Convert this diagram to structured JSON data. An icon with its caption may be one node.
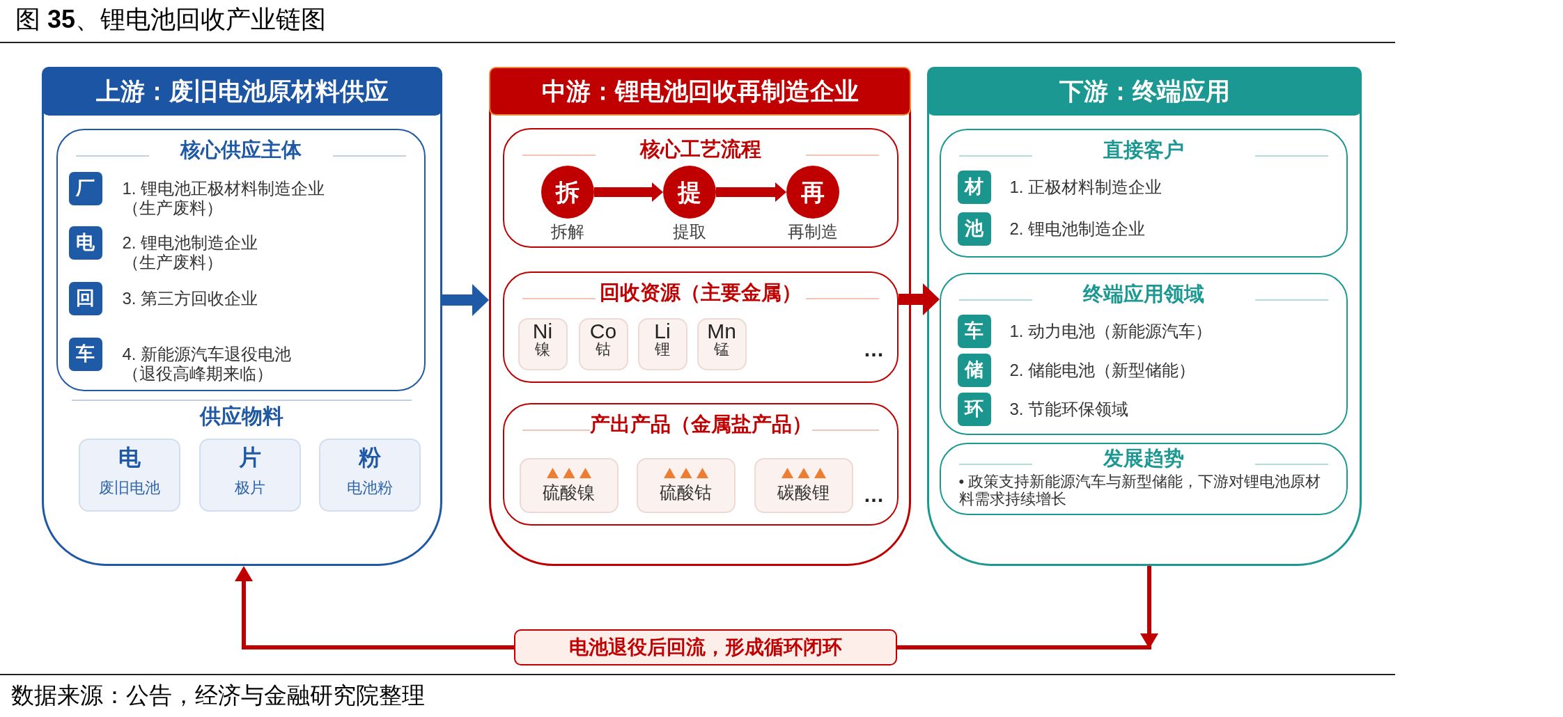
{
  "diagram": {
    "title": "图 **35**、锂电池回收产业链图",
    "caption": "数据来源：公告，经济与金融研究院整理",
    "nodes": [
      {
        "text": [
          "上游：废旧电池原材料供应",
          "供应物料"
        ]
      },
      {
        "text": [
          "核心供应主体"
        ],
        "in": 0
      },
      {
        "text": [
          "厂"
        ],
        "in": 1,
        "beside": [
          "1. 锂电池正极材料制造企业（生产废料）"
        ]
      },
      {
        "text": [
          "电"
        ],
        "in": 1,
        "beside": [
          "2. 锂电池制造企业（生产废料）"
        ]
      },
      {
        "text": [
          "回"
        ],
        "in": 1,
        "beside": [
          "3. 第三方回收企业"
        ]
      },
      {
        "text": [
          "车"
        ],
        "in": 1,
        "beside": [
          "4. 新能源汽车退役电池（退役高峰期来临）"
        ]
      },
      {
        "text": [
          "电",
          "废旧电池"
        ],
        "in": 0
      },
      {
        "text": [
          "片",
          "极片"
        ],
        "in": 0
      },
      {
        "text": [
          "粉",
          "电池粉"
        ],
        "in": 0
      },
      {
        "text": [
          "中游：锂电池回收再制造企业"
        ]
      },
      {
        "text": [
          "核心工艺流程"
        ],
        "in": 9
      },
      {
        "text": [
          "拆"
        ],
        "in": 10,
        "beside": [
          "拆解"
        ]
      },
      {
        "text": [
          "提"
        ],
        "in": 10,
        "beside": [
          "提取"
        ]
      },
      {
        "text": [
          "再"
        ],
        "in": 10,
        "beside": [
          "再制造"
        ]
      },
      {
        "text": [
          "回收资源（主要金属）",
          "…"
        ],
        "in": 9
      },
      {
        "text": [
          "Ni",
          "镍"
        ],
        "in": 14
      },
      {
        "text": [
          "Co",
          "钴"
        ],
        "in": 14
      },
      {
        "text": [
          "Li",
          "锂"
        ],
        "in": 14
      },
      {
        "text": [
          "Mn",
          "锰"
        ],
        "in": 14
      },
      {
        "text": [
          "产出产品（金属盐产品）",
          "…"
        ],
        "in": 9
      },
      {
        "text": [
          "硫酸镍"
        ],
        "in": 19
      },
      {
        "text": [
          "硫酸钴"
        ],
        "in": 19
      },
      {
        "text": [
          "碳酸锂"
        ],
        "in": 19
      },
      {
        "text": [
          "下游：终端应用"
        ]
      },
      {
        "text": [
          "直接客户"
        ],
        "in": 23
      },
      {
        "text": [
          "材"
        ],
        "in": 24,
        "beside": [
          "1. 正极材料制造企业"
        ]
      },
      {
        "text": [
          "池"
        ],
        "in": 24,
        "beside": [
          "2. 锂电池制造企业"
        ]
      },
      {
        "text": [
          "终端应用领域"
        ],
        "in": 23
      },
      {
        "text": [
          "车"
        ],
        "in": 27,
        "beside": [
          "1. 动力电池（新能源汽车）"
        ]
      },
      {
        "text": [
          "储"
        ],
        "in": 27,
        "beside": [
          "2. 储能电池（新型储能）"
        ]
      },
      {
        "text": [
          "环"
        ],
        "in": 27,
        "beside": [
          "3. 节能环保领域"
        ]
      },
      {
        "text": [
          "发展趋势",
          "• 政策支持新能源汽车与新型储能，下游对锂电池原材料需求持续增长"
        ],
        "in": 23
      }
    ],
    "edges": [
      {
        "from": 0,
        "to": 9,
        "arrow": "to",
        "color": "#1f5aa6"
      },
      {
        "from": 11,
        "to": 12,
        "arrow": "to"
      },
      {
        "from": 12,
        "to": 13,
        "arrow": "to"
      },
      {
        "from": 14,
        "to": 27,
        "arrow": "to"
      },
      {
        "from": 23,
        "to": 0,
        "arrow": "to",
        "label": "电池退役后回流，形成循环闭环"
      }
    ]
  }
}
